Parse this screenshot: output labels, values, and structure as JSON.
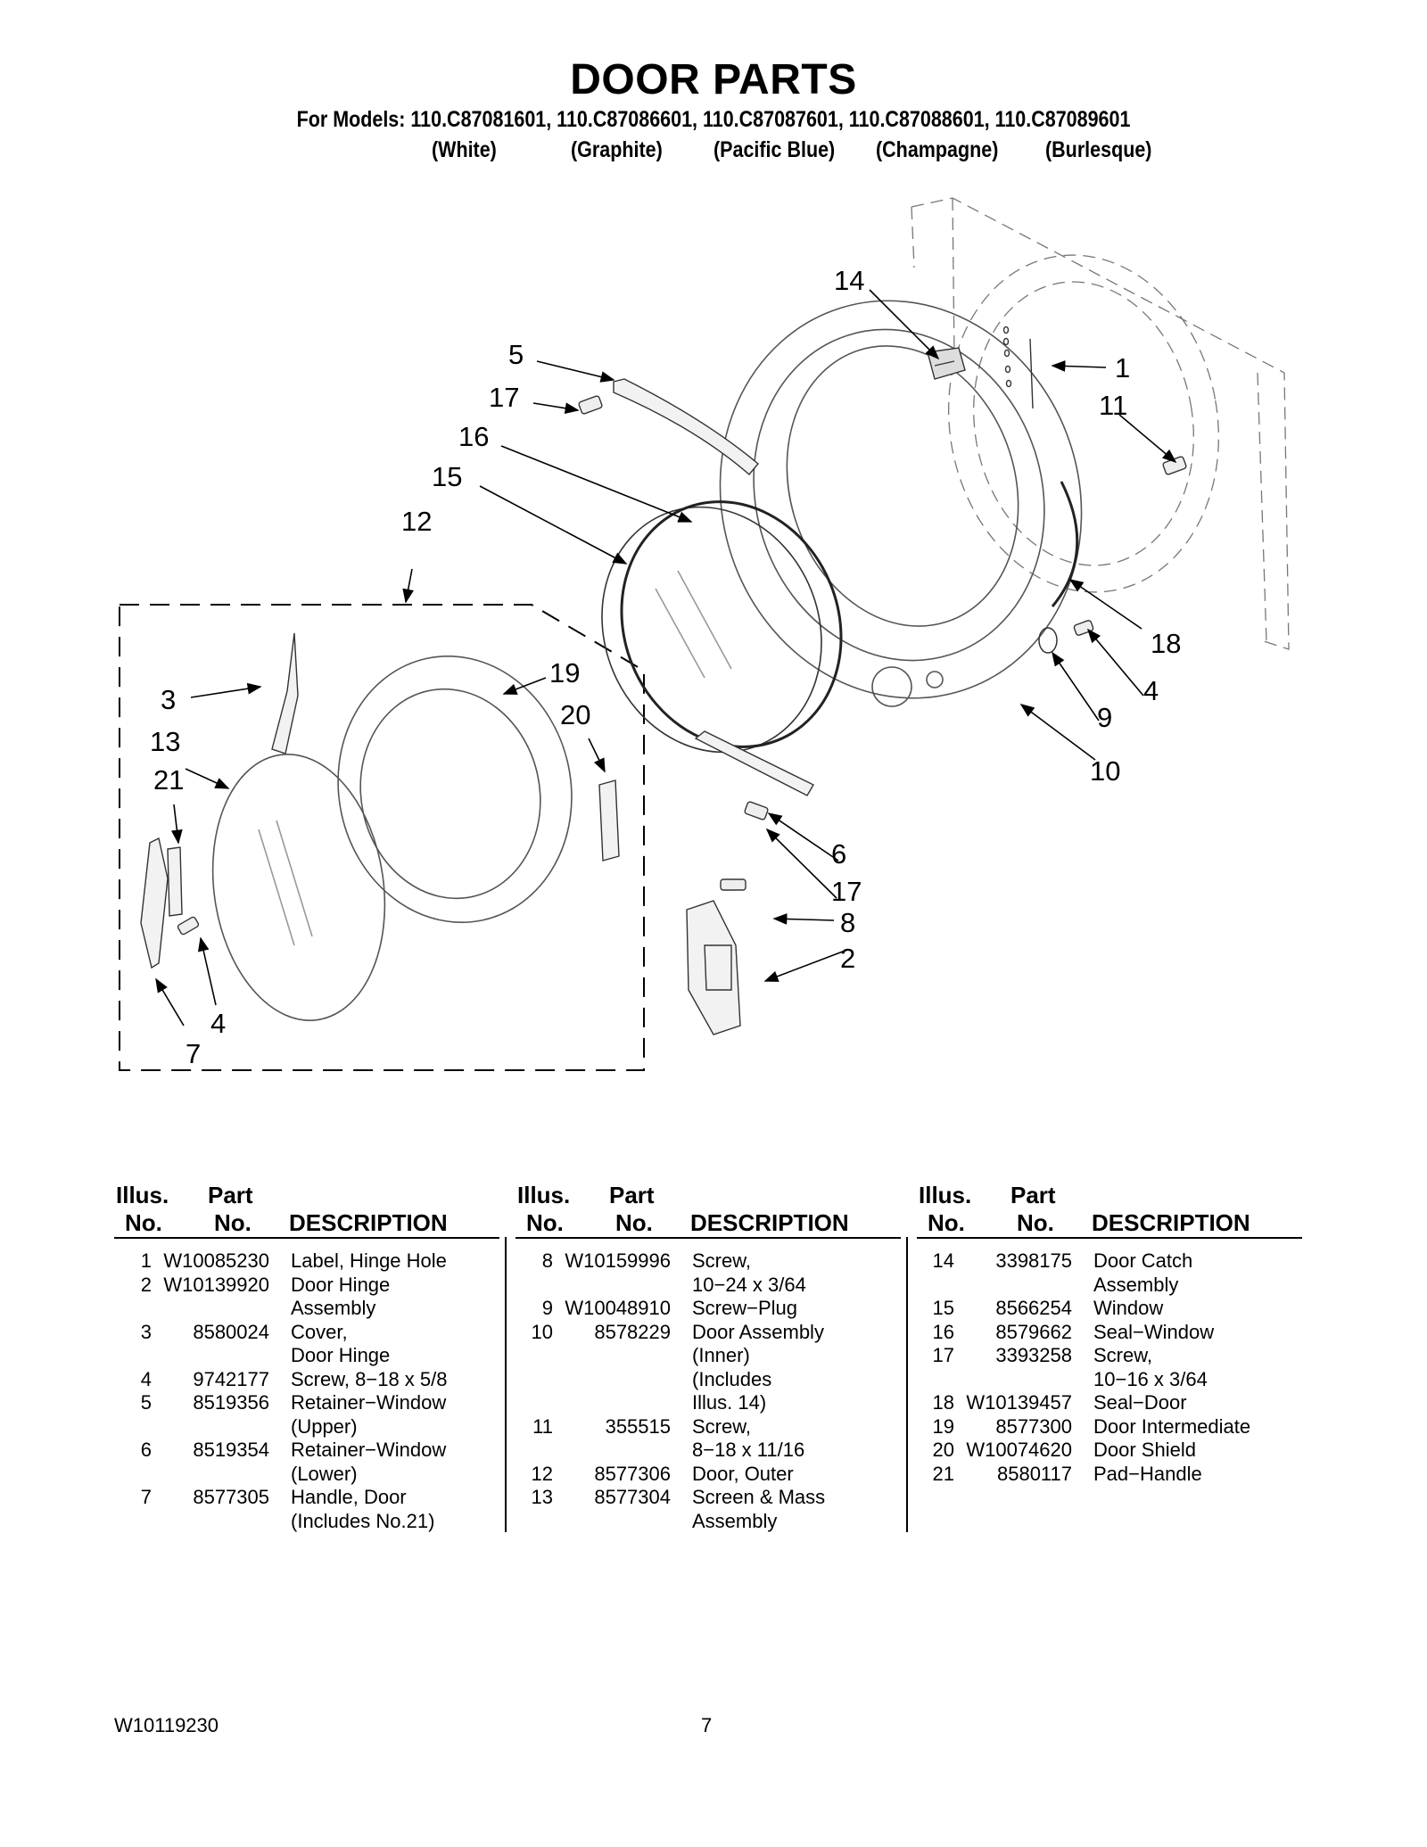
{
  "header": {
    "title": "DOOR PARTS",
    "models_line": "For Models: 110.C87081601, 110.C87086601, 110.C87087601, 110.C87088601, 110.C87089601",
    "colors": [
      "(White)",
      "(Graphite)",
      "(Pacific Blue)",
      "(Champagne)",
      "(Burlesque)"
    ]
  },
  "diagram": {
    "callouts": [
      "14",
      "5",
      "17",
      "16",
      "15",
      "12",
      "1",
      "11",
      "18",
      "4",
      "9",
      "10",
      "19",
      "20",
      "3",
      "13",
      "21",
      "6",
      "17",
      "8",
      "2",
      "4",
      "7"
    ]
  },
  "table": {
    "headers": {
      "illus": "Illus.",
      "no": "No.",
      "part": "Part",
      "part_no": "No.",
      "description": "DESCRIPTION"
    },
    "columns": [
      [
        {
          "no": "1",
          "part": "W10085230",
          "desc": "Label, Hinge Hole"
        },
        {
          "no": "2",
          "part": "W10139920",
          "desc": "Door Hinge\nAssembly"
        },
        {
          "no": "3",
          "part": "8580024",
          "desc": "Cover,\nDoor Hinge"
        },
        {
          "no": "4",
          "part": "9742177",
          "desc": "Screw, 8−18 x 5/8"
        },
        {
          "no": "5",
          "part": "8519356",
          "desc": "Retainer−Window\n(Upper)"
        },
        {
          "no": "6",
          "part": "8519354",
          "desc": "Retainer−Window\n(Lower)"
        },
        {
          "no": "7",
          "part": "8577305",
          "desc": "Handle, Door\n(Includes No.21)"
        }
      ],
      [
        {
          "no": "8",
          "part": "W10159996",
          "desc": "Screw,\n10−24 x 3/64"
        },
        {
          "no": "9",
          "part": "W10048910",
          "desc": "Screw−Plug"
        },
        {
          "no": "10",
          "part": "8578229",
          "desc": "Door Assembly\n(Inner)\n(Includes\n Illus. 14)"
        },
        {
          "no": "11",
          "part": "355515",
          "desc": "Screw,\n8−18 x 11/16"
        },
        {
          "no": "12",
          "part": "8577306",
          "desc": "Door, Outer"
        },
        {
          "no": "13",
          "part": "8577304",
          "desc": "Screen & Mass\nAssembly"
        }
      ],
      [
        {
          "no": "14",
          "part": "3398175",
          "desc": "Door Catch\nAssembly"
        },
        {
          "no": "15",
          "part": "8566254",
          "desc": "Window"
        },
        {
          "no": "16",
          "part": "8579662",
          "desc": "Seal−Window"
        },
        {
          "no": "17",
          "part": "3393258",
          "desc": "Screw,\n10−16 x 3/64"
        },
        {
          "no": "18",
          "part": "W10139457",
          "desc": "Seal−Door"
        },
        {
          "no": "19",
          "part": "8577300",
          "desc": "Door Intermediate"
        },
        {
          "no": "20",
          "part": "W10074620",
          "desc": "Door Shield"
        },
        {
          "no": "21",
          "part": "8580117",
          "desc": "Pad−Handle"
        }
      ]
    ]
  },
  "footer": {
    "doc_number": "W10119230",
    "page": "7"
  }
}
